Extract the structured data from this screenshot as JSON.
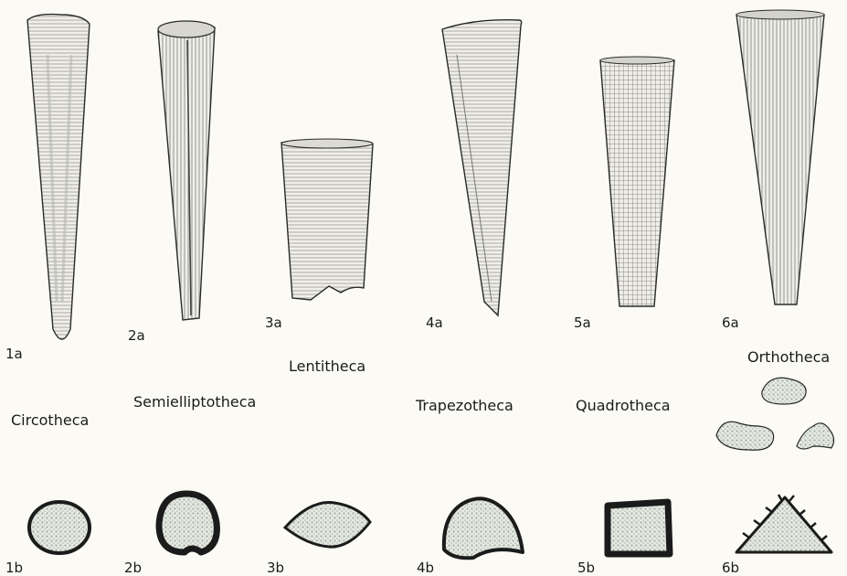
{
  "figure_labels": {
    "f1a": "1a",
    "f2a": "2a",
    "f3a": "3a",
    "f4a": "4a",
    "f5a": "5a",
    "f6a": "6a",
    "f1b": "1b",
    "f2b": "2b",
    "f3b": "3b",
    "f4b": "4b",
    "f5b": "5b",
    "f6b": "6b"
  },
  "genus_names": {
    "circotheca": "Circotheca",
    "semielliptotheca": "Semielliptotheca",
    "lentitheca": "Lentitheca",
    "trapezotheca": "Trapezotheca",
    "quadrotheca": "Quadrotheca",
    "orthotheca": "Orthotheca"
  },
  "colors": {
    "ink": "#1b1b1b",
    "paper": "#fbfaf5",
    "shell_fill": "#ecebe4",
    "section_fill": "#d9dfd6"
  }
}
